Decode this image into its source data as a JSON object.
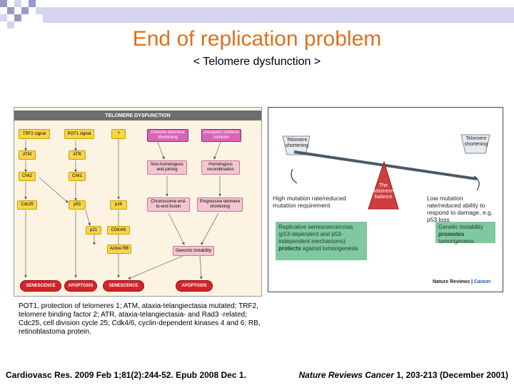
{
  "title": "End of replication problem",
  "subtitle": "< Telomere dysfunction >",
  "left_figure": {
    "header": "TELOMERE DYSFUNCTION",
    "nodes": {
      "trf2": "TRF2 signal",
      "pot1": "POT1 signal",
      "q": "?",
      "ext": "Extreme telomere shortening",
      "disrupt": "Disrupted shelterin complex",
      "atm": "ATM",
      "atr": "ATR",
      "nhej": "Non-homologous end joining",
      "hr": "Homologous recombination",
      "chk2": "Chk2",
      "chk1": "Chk1",
      "chrom": "Chromosome end-to-end fusion",
      "prog": "Progressive telomere shortening",
      "cdc25": "Cdc25",
      "p53": "p53",
      "p16": "p16",
      "p21": "p21",
      "cdk46": "CDK4/6",
      "rb": "Active RB",
      "genomic": "Genomic instability",
      "out1": "SENESCENCE",
      "out2": "APOPTOSIS",
      "out3": "SENESCENCE",
      "out4": "APOPTOSIS"
    }
  },
  "right_figure": {
    "left_cup": "Telomere shortening",
    "right_cup": "Telomere shortening",
    "fulcrum": "The telomere balance",
    "left_text": "High mutation rate/reduced mutation requirement",
    "right_text": "Low mutation rate/reduced ability to respond to damage, e.g. p53 loss",
    "left_box_pre": "Replicative senescence/crisis (p53-dependent and p53-independent mechanisms) ",
    "left_box_bold": "protects",
    "left_box_post": " against tumorigenesis",
    "right_box_pre": "Genetic instability ",
    "right_box_bold": "promotes",
    "right_box_post": " tumorigenesis",
    "publisher_a": "Nature Reviews",
    "publisher_b": "Cancer"
  },
  "caption": "POT1, protection of telomeres 1; ATM, ataxia-telangiectasia mutated; TRF2, telomere binding factor 2; ATR, ataxia-telangiectasia- and Rad3 -related; Cdc25, cell division cycle 25; Cdk4/6, cyclin-dependent kinases 4 and 6; RB, retinoblastoma protein.",
  "ref_left": "Cardiovasc Res. 2009 Feb 1;81(2):244-52. Epub 2008 Dec 1.",
  "ref_right_journal": "Nature Reviews Cancer",
  "ref_right_rest": " 1, 203-213 (December 2001)",
  "colors": {
    "title": "#e0701c",
    "header_bar": "#d9d9f2",
    "outcome": "#d5232a",
    "balance": "#4a5a66"
  }
}
